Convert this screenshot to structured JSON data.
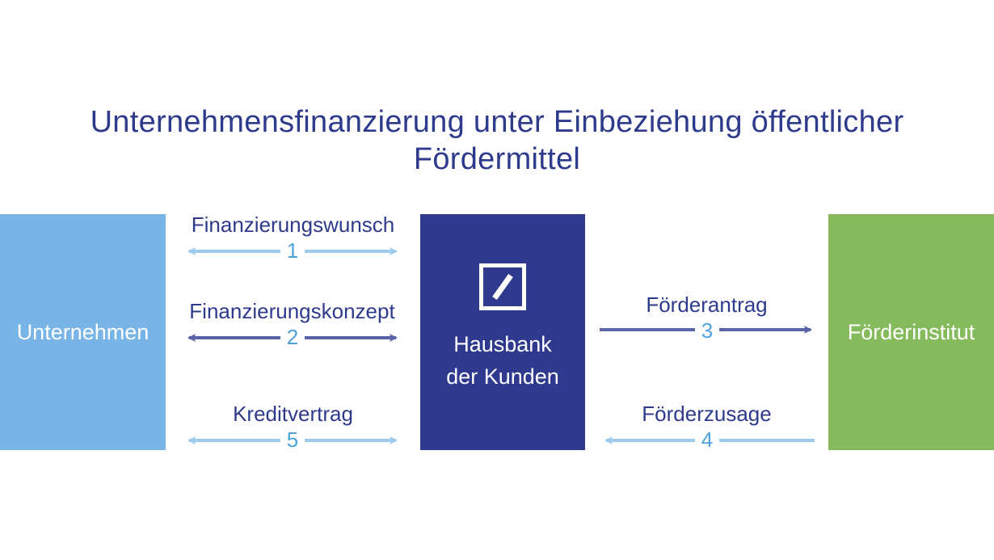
{
  "title_line1": "Unternehmensfinanzierung unter Einbeziehung öffentlicher",
  "title_line2": "Fördermittel",
  "boxes": {
    "left": "Unternehmen",
    "middle_line1": "Hausbank",
    "middle_line2": "der Kunden",
    "right": "Förderinstitut"
  },
  "flows": [
    {
      "label": "Finanzierungswunsch",
      "number": "1",
      "direction": "both",
      "color": "#9ccbee"
    },
    {
      "label": "Finanzierungskonzept",
      "number": "2",
      "direction": "both",
      "color": "#5a62a8"
    },
    {
      "label": "Förderantrag",
      "number": "3",
      "direction": "right",
      "color": "#5a62a8"
    },
    {
      "label": "Förderzusage",
      "number": "4",
      "direction": "left",
      "color": "#9ccbee"
    },
    {
      "label": "Kreditvertrag",
      "number": "5",
      "direction": "both",
      "color": "#9ccbee"
    }
  ],
  "logo_icon": "deutsche-bank-slash-icon",
  "colors": {
    "title": "#2e3a8c",
    "left_box": "#78b4e6",
    "middle_box": "#2f3a8f",
    "right_box": "#85bb5c",
    "number": "#4ea3dc"
  }
}
